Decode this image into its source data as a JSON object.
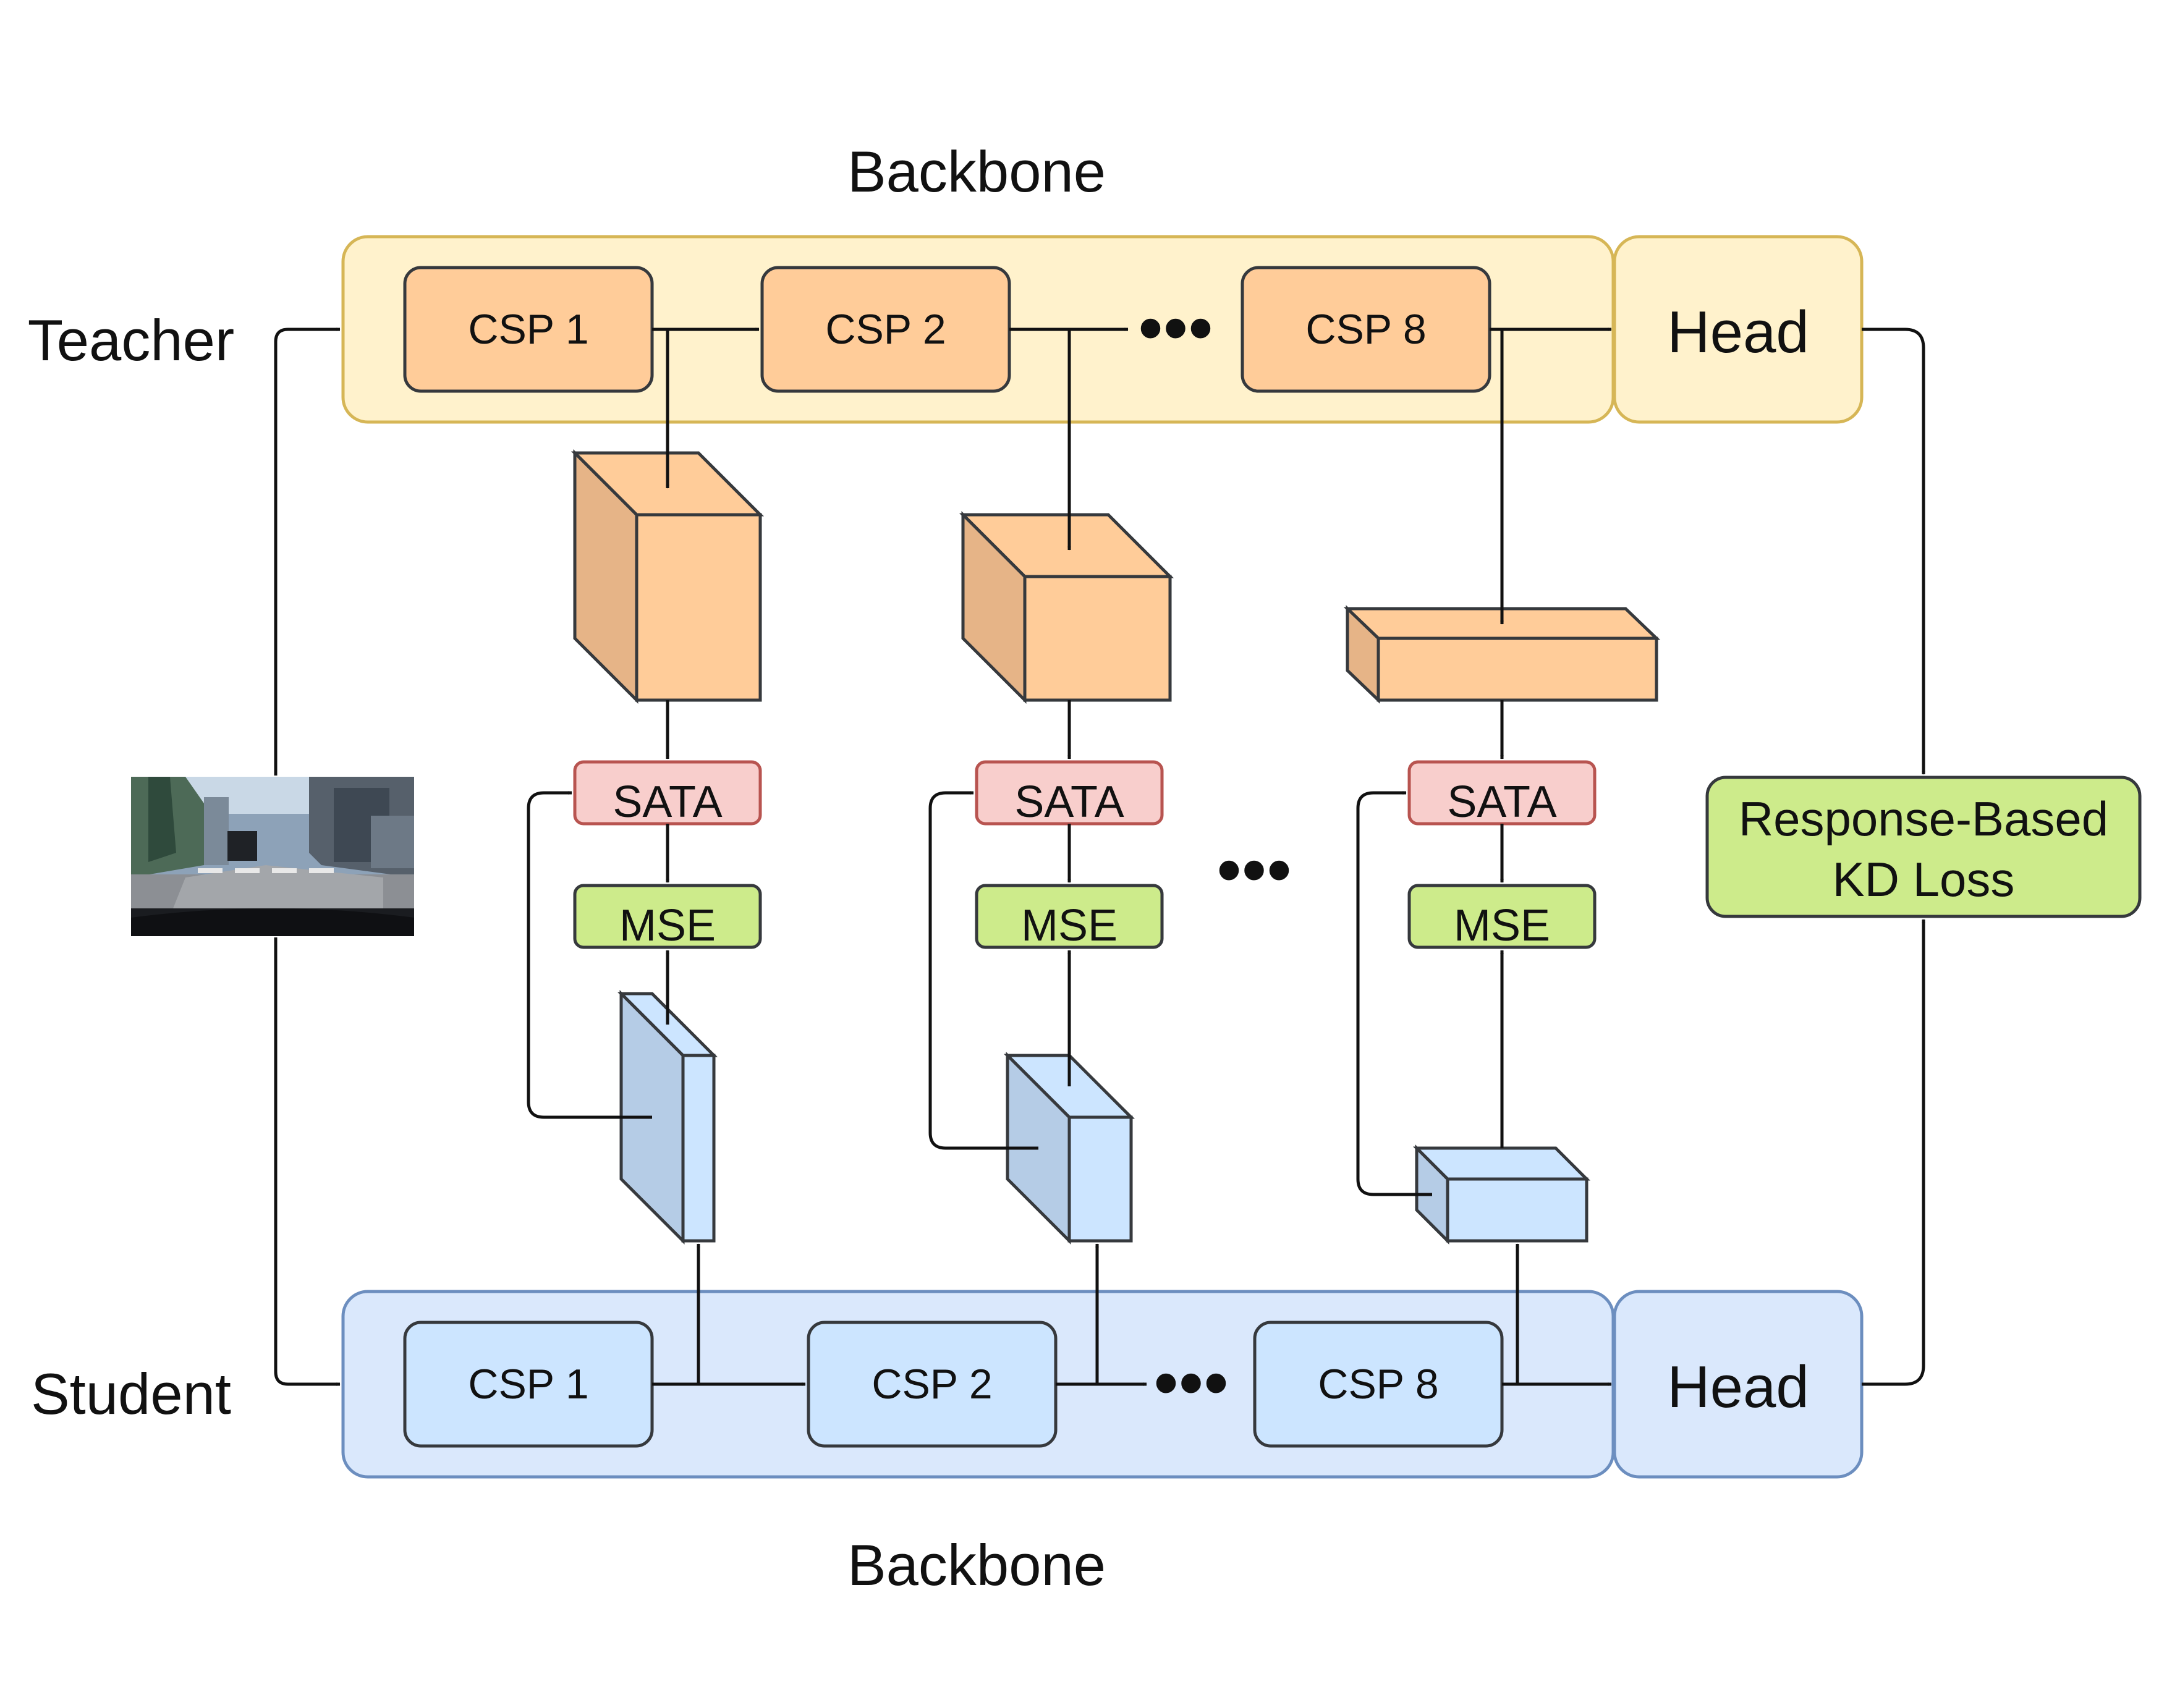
{
  "teacher": {
    "role_label": "Teacher",
    "backbone_label": "Backbone",
    "blocks": [
      "CSP 1",
      "CSP 2",
      "CSP 8"
    ],
    "head_label": "Head",
    "ellipsis": "•••"
  },
  "student": {
    "role_label": "Student",
    "backbone_label": "Backbone",
    "blocks": [
      "CSP 1",
      "CSP 2",
      "CSP 8"
    ],
    "head_label": "Head",
    "ellipsis": "•••"
  },
  "distill": {
    "attention_labels": [
      "SATA",
      "SATA",
      "SATA"
    ],
    "loss_labels": [
      "MSE",
      "MSE",
      "MSE"
    ],
    "ellipsis": "•••"
  },
  "response_loss": {
    "line1": "Response-Based",
    "line2": "KD Loss"
  },
  "colors": {
    "teacher_container_fill": "#fff2cc",
    "teacher_container_stroke": "#d6b656",
    "teacher_block_fill": "#ffcc99",
    "teacher_cube_side": "#e6b487",
    "student_container_fill": "#dae8fc",
    "student_container_stroke": "#6c8ebf",
    "student_block_fill": "#cce5ff",
    "student_cube_side": "#b5cce6",
    "sata_fill": "#f8cecc",
    "sata_stroke": "#b85450",
    "mse_fill": "#cdeb8b",
    "mse_stroke": "#36393d"
  }
}
